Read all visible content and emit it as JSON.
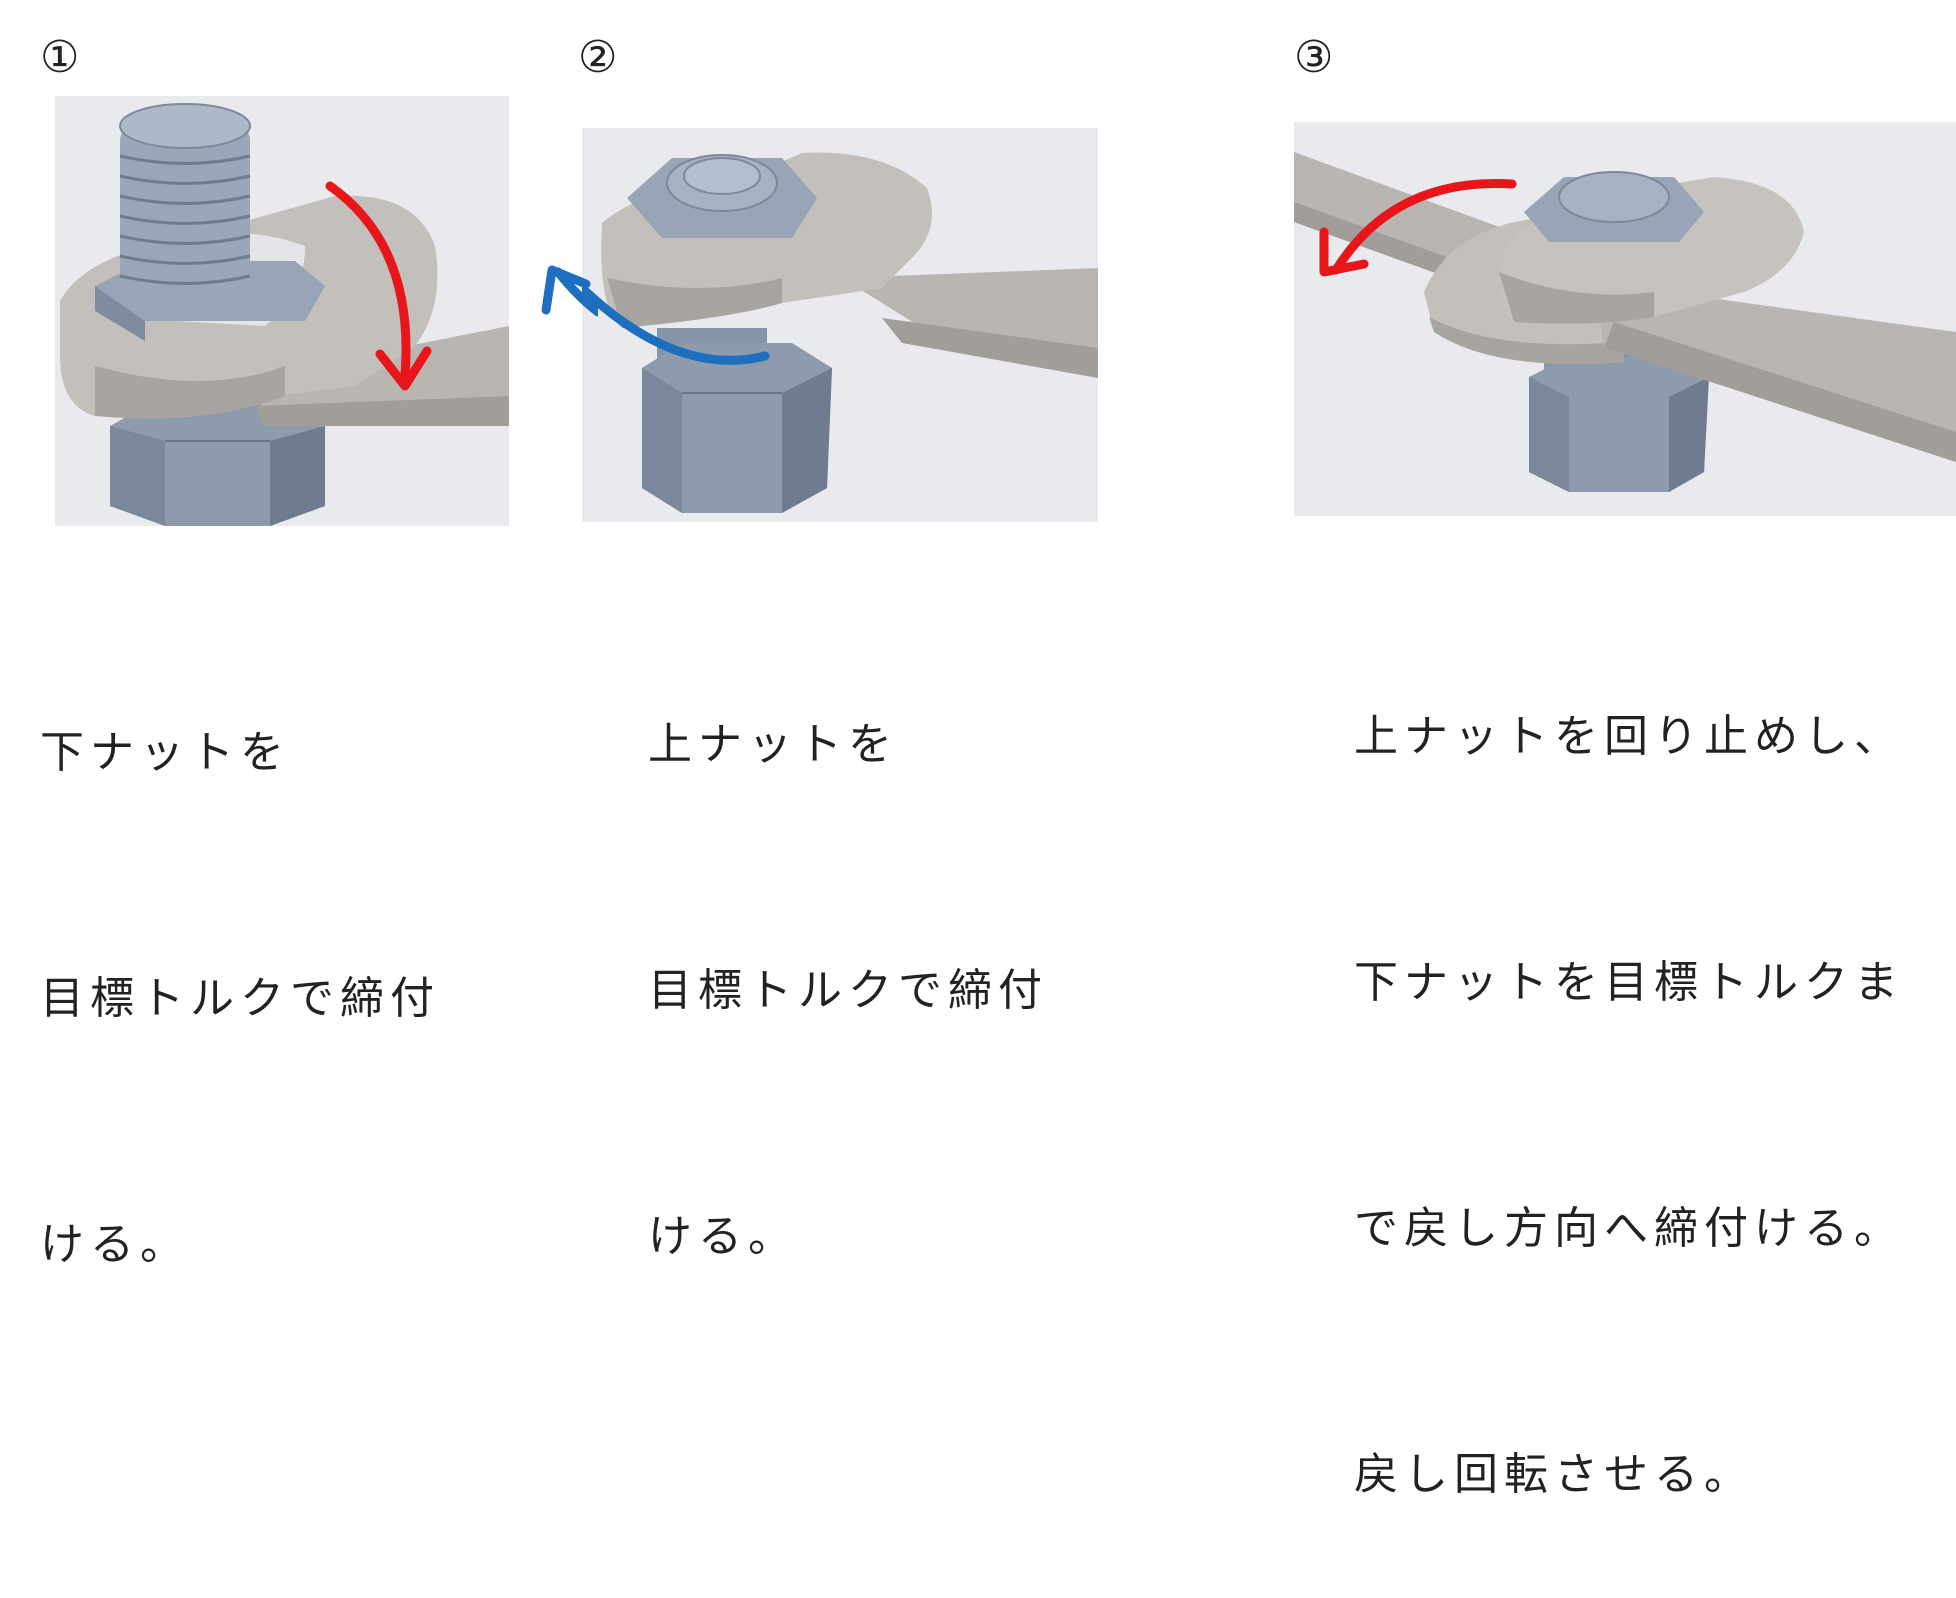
{
  "steps": [
    {
      "number": "①",
      "caption": [
        "下ナットを",
        "目標トルクで締付",
        "ける。"
      ]
    },
    {
      "number": "②",
      "caption": [
        "上ナットを",
        "目標トルクで締付",
        "ける。"
      ]
    },
    {
      "number": "③",
      "caption": [
        "上ナットを回り止めし、",
        "下ナットを目標トルクま",
        "で戻し方向へ締付ける。",
        "戻し回転させる。"
      ]
    }
  ],
  "colors": {
    "background": "#e9eaee",
    "wrench": "#b9b6b2",
    "nut": "#8e9bad",
    "arrow_red": "#e8161b",
    "arrow_blue": "#1f6fc0"
  }
}
